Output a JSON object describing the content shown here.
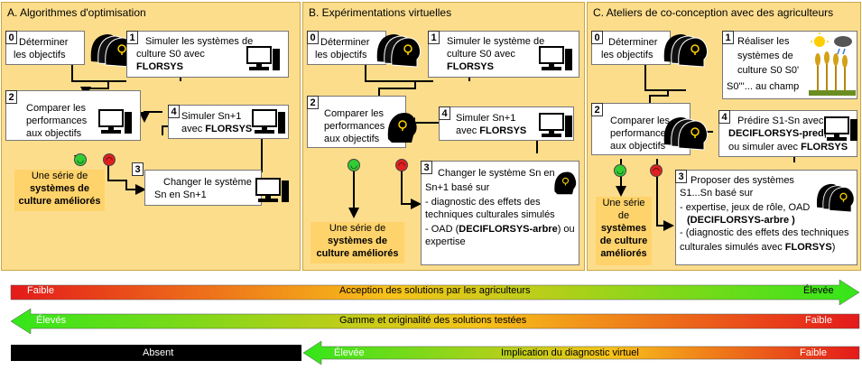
{
  "panels": [
    {
      "title": "A. Algorithmes d'optimisation"
    },
    {
      "title": "B. Expérimentations virtuelles"
    },
    {
      "title": "C. Ateliers de co-conception avec des agriculteurs"
    }
  ],
  "A": {
    "s0_num": "0",
    "s0": [
      "Déterminer",
      "les objectifs"
    ],
    "s1_num": "1",
    "s1": [
      "Simuler les systèmes de",
      "culture S0 avec"
    ],
    "s1_bold": "FLORSYS",
    "s2_num": "2",
    "s2": [
      "Comparer les",
      "performances",
      "aux objectifs"
    ],
    "s4_num": "4",
    "s4": [
      "Simuler Sn+1"
    ],
    "s4_pre": "avec ",
    "s4_bold": "FLORSYS",
    "s3_num": "3",
    "s3": [
      "Changer le système",
      "Sn en Sn+1"
    ],
    "result": [
      "Une série de"
    ],
    "result_bold": [
      "systèmes de",
      "culture améliorés"
    ]
  },
  "B": {
    "s0_num": "0",
    "s0": [
      "Déterminer",
      "les objectifs"
    ],
    "s1_num": "1",
    "s1": [
      "Simuler le système de",
      "culture S0 avec"
    ],
    "s1_bold": "FLORSYS",
    "s2_num": "2",
    "s2": [
      "Comparer les",
      "performances",
      "aux objectifs"
    ],
    "s4_num": "4",
    "s4": [
      "Simuler Sn+1"
    ],
    "s4_pre": "avec ",
    "s4_bold": "FLORSYS",
    "s3_num": "3",
    "s3": [
      "Changer le système Sn en",
      "Sn+1 basé sur",
      "- diagnostic des effets des",
      "  techniques culturales simulés",
      "- OAD ("
    ],
    "s3_bold": "DECIFLORSYS-arbre",
    "s3_after": ") ou",
    "s3_end": "  expertise",
    "result": [
      "Une série de"
    ],
    "result_bold": [
      "systèmes de",
      "culture améliorés"
    ]
  },
  "C": {
    "s0_num": "0",
    "s0": [
      "Déterminer",
      "les objectifs"
    ],
    "s1_num": "1",
    "s1": [
      "Réaliser les",
      "systèmes de",
      "culture S0 S0'",
      "S0'''...  au champ"
    ],
    "s2_num": "2",
    "s2": [
      "Comparer les",
      "performances",
      "aux objectifs"
    ],
    "s4_num": "4",
    "s4_a": "Prédire S1-Sn avec",
    "s4_bold1": "DECIFLORSYS-pred,",
    "s4_c": "ou simuler avec ",
    "s4_bold2": "FLORSYS",
    "s3_num": "3",
    "s3": [
      "Proposer des systèmes",
      "S1...Sn basé sur",
      "- expertise, jeux de rôle, OAD"
    ],
    "s3_bold": "(DECIFLORSYS-arbre )",
    "s3_end": [
      "- (diagnostic des effets des techniques",
      "  culturales simulés avec "
    ],
    "s3_end_bold": "FLORSYS",
    "s3_close": ")",
    "result": [
      "Une série",
      "de"
    ],
    "result_bold": [
      "systèmes",
      "de culture",
      "améliorés"
    ]
  },
  "bands": [
    {
      "left": "Faible",
      "center": "Acception des solutions par les agriculteurs",
      "right": "Élevée"
    },
    {
      "left": "Élevés",
      "center": "Gamme et originalité des solutions testées",
      "right": "Faible"
    },
    {
      "absent": "Absent",
      "left": "Élevée",
      "center": "Implication du diagnostic virtuel",
      "right": "Faible"
    }
  ],
  "colors": {
    "panel": "#fcdd8c",
    "result": "#ffd36b",
    "green": "#33cc33",
    "red": "#e02020"
  },
  "icons": [
    "head-with-lightbulb-icon",
    "computer-icon",
    "smiley-happy-icon",
    "smiley-sad-icon",
    "crop-field-weather-icon"
  ]
}
